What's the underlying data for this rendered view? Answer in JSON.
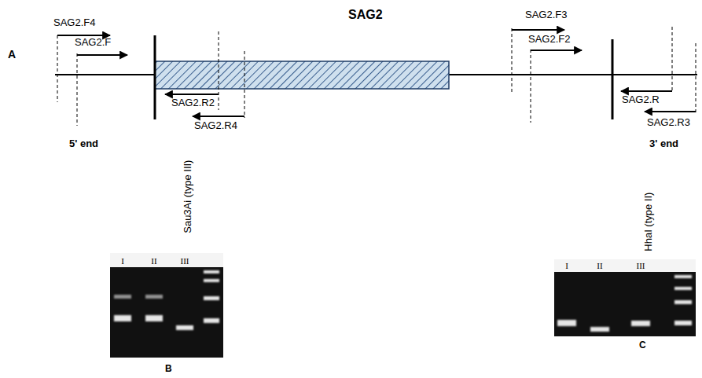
{
  "diagram": {
    "nodes": [
      {
        "text": [
          "I",
          "II",
          "III"
        ]
      },
      {
        "text": [
          "I",
          "II",
          "III"
        ]
      }
    ],
    "labels": [
      "A",
      "SAG2",
      "SAG2.F4",
      "SAG2.F",
      "SAG2.R2",
      "SAG2.R4",
      "SAG2.F3",
      "SAG2.F2",
      "SAG2.R",
      "SAG2.R3",
      "5' end",
      "3' end",
      "Sau3Ai (type III)",
      "HhaI (type II)",
      "B",
      "C"
    ]
  }
}
